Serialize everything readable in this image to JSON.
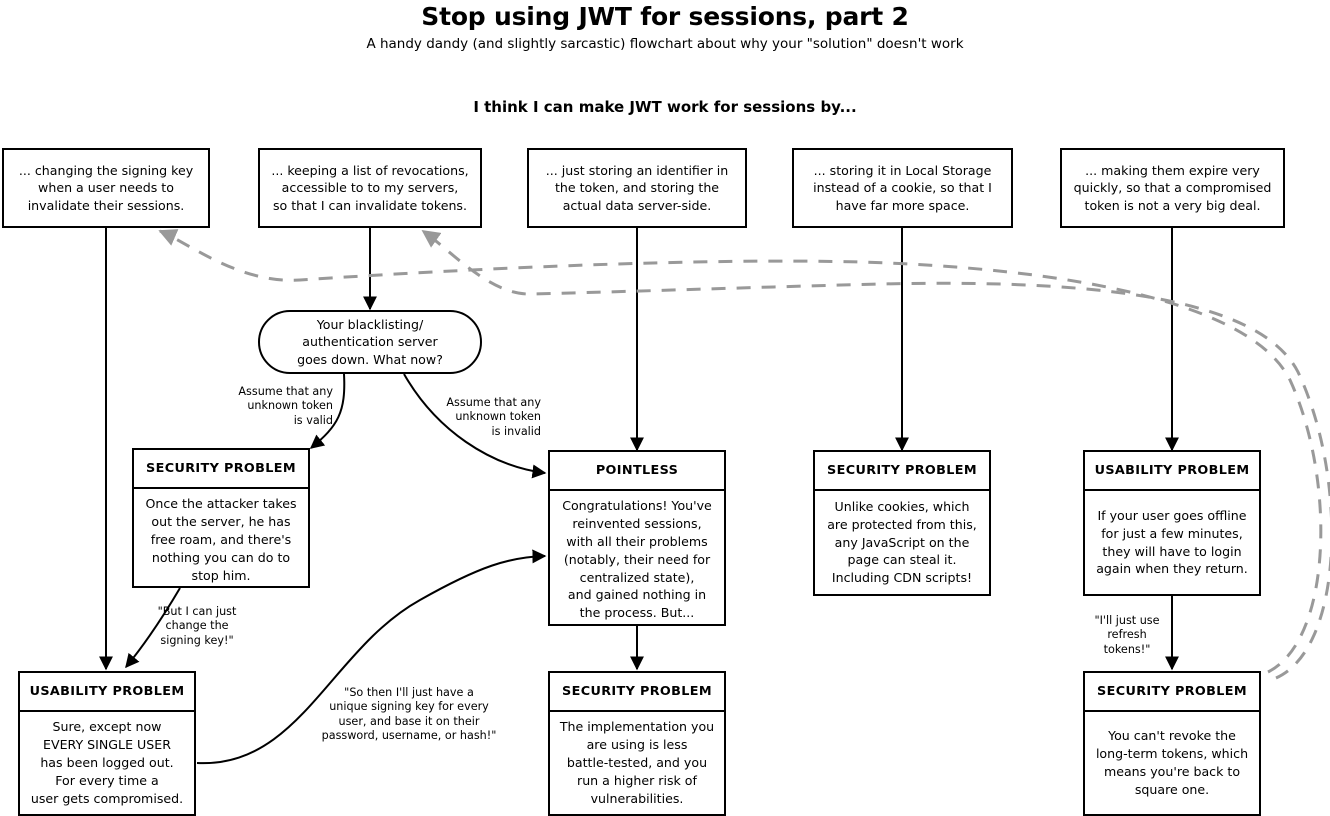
{
  "header": {
    "title": "Stop using JWT for sessions, part 2",
    "subtitle": "A handy dandy (and slightly sarcastic) flowchart about why your \"solution\" doesn't work",
    "prompt": "I think I can make JWT work for sessions by..."
  },
  "options": [
    {
      "id": "opt-signing-key",
      "text": "... changing the signing key\nwhen a user needs to\ninvalidate their sessions."
    },
    {
      "id": "opt-revocation-list",
      "text": "... keeping a list of revocations,\naccessible to to my servers,\nso that I can invalidate tokens."
    },
    {
      "id": "opt-identifier",
      "text": "... just storing an identifier in\nthe token, and storing the\nactual data server-side."
    },
    {
      "id": "opt-local-storage",
      "text": "... storing it in Local Storage\ninstead of a cookie, so that I\nhave far more space."
    },
    {
      "id": "opt-expire-quickly",
      "text": "... making them expire very\nquickly, so that a compromised\ntoken is not a very big deal."
    }
  ],
  "decision": {
    "id": "decision-server-down",
    "text": "Your blacklisting/\nauthentication server\ngoes down. What now?"
  },
  "outcomes": {
    "security_attacker": {
      "heading": "SECURITY PROBLEM",
      "body": "Once the attacker takes\nout the server, he has\nfree roam, and there's\nnothing you can do to\nstop him."
    },
    "pointless": {
      "heading": "POINTLESS",
      "body": "Congratulations! You've\nreinvented sessions,\nwith all their problems\n(notably, their need for\ncentralized state),\nand gained nothing in\nthe process. But..."
    },
    "security_localstorage": {
      "heading": "SECURITY PROBLEM",
      "body": "Unlike cookies, which\nare protected from this,\nany JavaScript on the\npage can steal it.\nIncluding CDN scripts!"
    },
    "usability_offline": {
      "heading": "USABILITY PROBLEM",
      "body": "If your user goes offline\nfor just a few minutes,\nthey will have to login\nagain when they return."
    },
    "usability_logged_out": {
      "heading": "USABILITY PROBLEM",
      "body": "Sure, except now\nEVERY SINGLE USER\nhas been logged out.\nFor every time a\nuser gets compromised."
    },
    "security_implementation": {
      "heading": "SECURITY PROBLEM",
      "body": "The implementation you\nare using is less\nbattle-tested, and you\nrun a higher risk of\nvulnerabilities."
    },
    "security_revoke": {
      "heading": "SECURITY PROBLEM",
      "body": "You can't revoke the\nlong-term tokens, which\nmeans you're back to\nsquare one."
    }
  },
  "edge_labels": {
    "assume_valid": "Assume that any\nunknown token\nis valid",
    "assume_invalid": "Assume that any\nunknown token\nis invalid",
    "change_signing_key": "\"But I can just\nchange the\nsigning key!\"",
    "unique_signing_key": "\"So then I'll just have a\nunique signing key for every\nuser, and base it on their\npassword, username, or hash!\"",
    "refresh_tokens": "\"I'll just use\nrefresh tokens!\""
  },
  "colors": {
    "stroke": "#000000",
    "dashed_loop": "#999999",
    "background": "#ffffff"
  }
}
